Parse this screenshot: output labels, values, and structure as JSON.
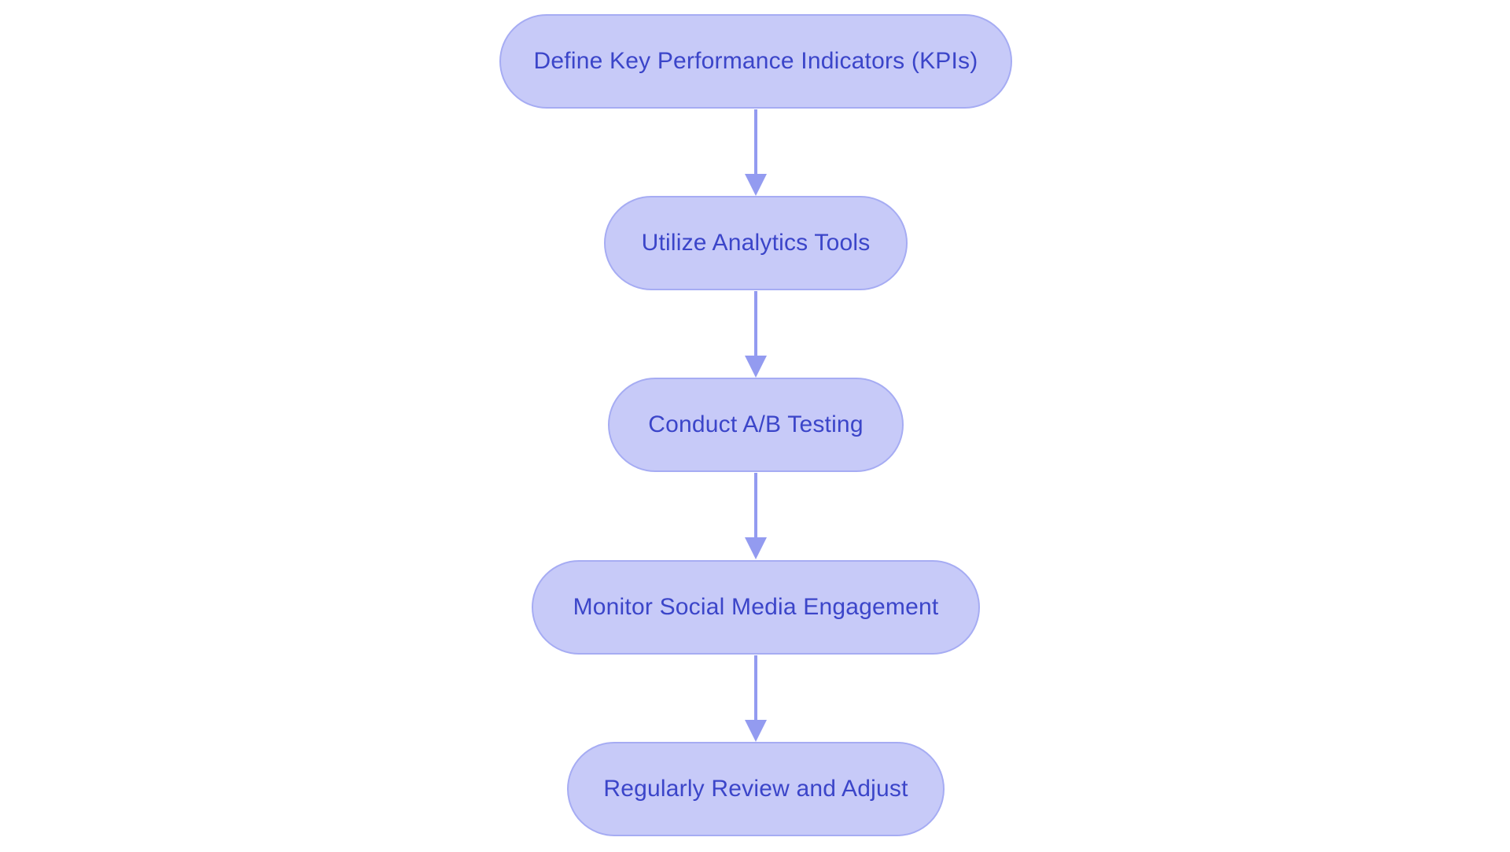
{
  "diagram": {
    "type": "flowchart",
    "direction": "top-down",
    "background_color": "#ffffff",
    "node_fill_color": "#c7caf8",
    "node_border_color": "#a6acf3",
    "node_text_color": "#3b45c9",
    "arrow_color": "#939bf0",
    "nodes": [
      {
        "label": "Define Key Performance Indicators (KPIs)"
      },
      {
        "label": "Utilize Analytics Tools"
      },
      {
        "label": "Conduct A/B Testing"
      },
      {
        "label": "Monitor Social Media Engagement"
      },
      {
        "label": "Regularly Review and Adjust"
      }
    ],
    "edges": [
      {
        "from": 0,
        "to": 1
      },
      {
        "from": 1,
        "to": 2
      },
      {
        "from": 2,
        "to": 3
      },
      {
        "from": 3,
        "to": 4
      }
    ]
  }
}
